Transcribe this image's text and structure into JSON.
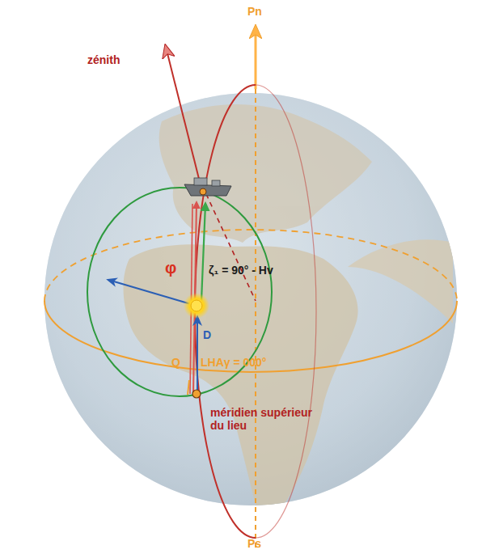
{
  "diagram": {
    "labels": [
      "Pn",
      "zénith",
      "φ",
      "ζ₁ = 90° - Hv",
      "D",
      "Q",
      "LHAγ = 000°",
      "méridien supérieur du lieu",
      "Ps"
    ]
  }
}
